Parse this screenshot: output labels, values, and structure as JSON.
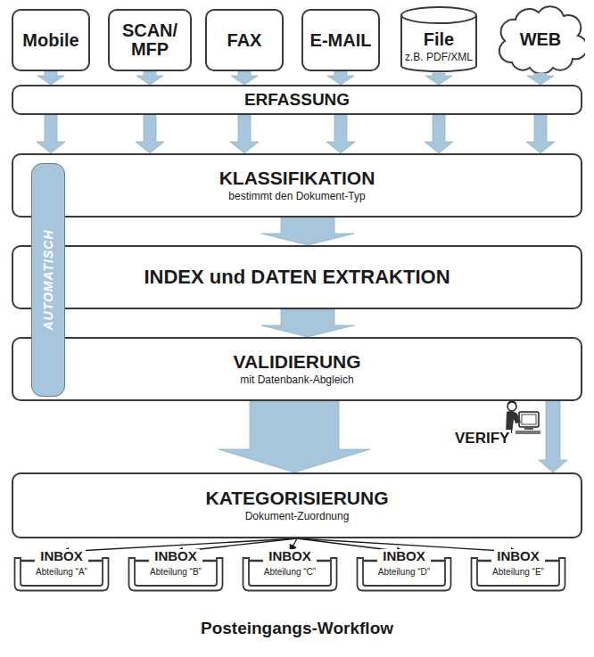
{
  "diagram": {
    "caption": "Posteingangs-Workflow",
    "nodes": [
      {
        "text": [
          "Mobile"
        ]
      },
      {
        "text": [
          "SCAN/ MFP"
        ]
      },
      {
        "text": [
          "FAX"
        ]
      },
      {
        "text": [
          "E-MAIL"
        ]
      },
      {
        "text": [
          "File",
          "z.B. PDF/XML"
        ]
      },
      {
        "text": [
          "WEB"
        ]
      },
      {
        "text": [
          "ERFASSUNG"
        ]
      },
      {
        "text": [
          "KLASSIFIKATION",
          "bestimmt den Dokument-Typ"
        ]
      },
      {
        "text": [
          "INDEX und DATEN EXTRAKTION"
        ]
      },
      {
        "text": [
          "VALIDIERUNG",
          "mit Datenbank-Abgleich"
        ]
      },
      {
        "text": [
          "AUTOMATISCH"
        ]
      },
      {
        "text": [
          "KATEGORISIERUNG",
          "Dokument-Zuordnung"
        ]
      },
      {
        "text": [
          "INBOX",
          "Abteilung “A”"
        ]
      },
      {
        "text": [
          "INBOX",
          "Abteilung “B”"
        ]
      },
      {
        "text": [
          "INBOX",
          "Abteilung “C”"
        ]
      },
      {
        "text": [
          "INBOX",
          "Abteilung “D”"
        ]
      },
      {
        "text": [
          "INBOX",
          "Abteilung “E”"
        ]
      }
    ],
    "edges": [
      {
        "from": 0,
        "to": 6,
        "arrow": "to"
      },
      {
        "from": 1,
        "to": 6,
        "arrow": "to"
      },
      {
        "from": 2,
        "to": 6,
        "arrow": "to"
      },
      {
        "from": 3,
        "to": 6,
        "arrow": "to"
      },
      {
        "from": 4,
        "to": 6,
        "arrow": "to"
      },
      {
        "from": 5,
        "to": 6,
        "arrow": "to"
      },
      {
        "from": 6,
        "to": 7,
        "arrow": "to"
      },
      {
        "from": 6,
        "to": 7,
        "arrow": "to"
      },
      {
        "from": 6,
        "to": 7,
        "arrow": "to"
      },
      {
        "from": 6,
        "to": 7,
        "arrow": "to"
      },
      {
        "from": 6,
        "to": 7,
        "arrow": "to"
      },
      {
        "from": 6,
        "to": 7,
        "arrow": "to"
      },
      {
        "from": 7,
        "to": 8,
        "arrow": "to"
      },
      {
        "from": 8,
        "to": 9,
        "arrow": "to"
      },
      {
        "from": 9,
        "to": 11,
        "arrow": "to"
      },
      {
        "from": 9,
        "to": 11,
        "label": "VERIFY",
        "arrow": "to"
      },
      {
        "from": 11,
        "to": 12,
        "arrow": "to"
      },
      {
        "from": 11,
        "to": 13,
        "arrow": "to"
      },
      {
        "from": 11,
        "to": 14,
        "arrow": "to"
      },
      {
        "from": 11,
        "to": 15,
        "arrow": "to"
      },
      {
        "from": 11,
        "to": 16,
        "arrow": "to"
      }
    ]
  }
}
